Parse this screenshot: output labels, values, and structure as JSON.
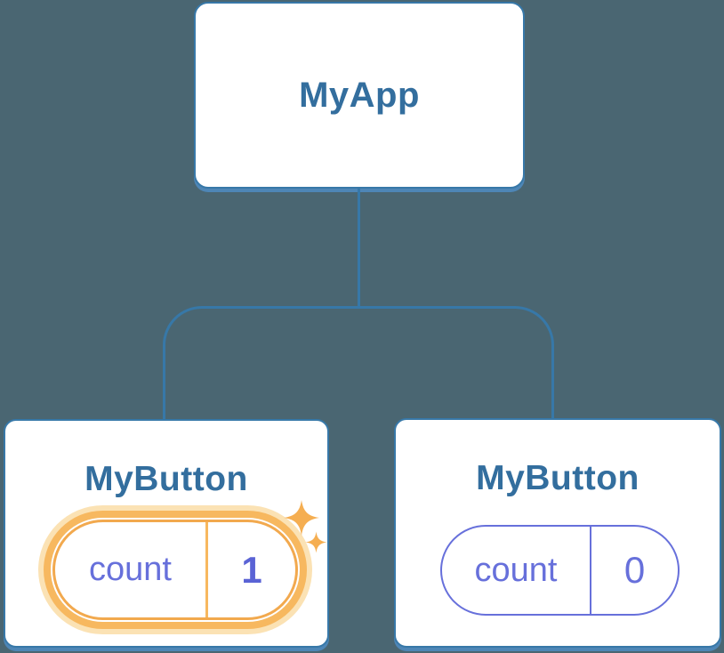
{
  "colors": {
    "background": "#4A6672",
    "stroke": "#3778A8",
    "stroke_shadow": "#4E86B6",
    "card_bg": "#FFFFFF",
    "title_text": "#336E9E",
    "state_text": "#6770DB",
    "state_value_text": "#5A63D5",
    "highlight_orange": "#F7B85F",
    "highlight_orange_deep": "#F2A94E",
    "highlight_orange_light": "#FBE2B4",
    "sparkle": "#F5AE51"
  },
  "tree": {
    "root": {
      "label": "MyApp"
    },
    "children": [
      {
        "label": "MyButton",
        "highlighted": true,
        "state": {
          "key": "count",
          "value": "1"
        }
      },
      {
        "label": "MyButton",
        "highlighted": false,
        "state": {
          "key": "count",
          "value": "0"
        }
      }
    ]
  },
  "icons": {
    "sparkles": "sparkles-icon"
  }
}
